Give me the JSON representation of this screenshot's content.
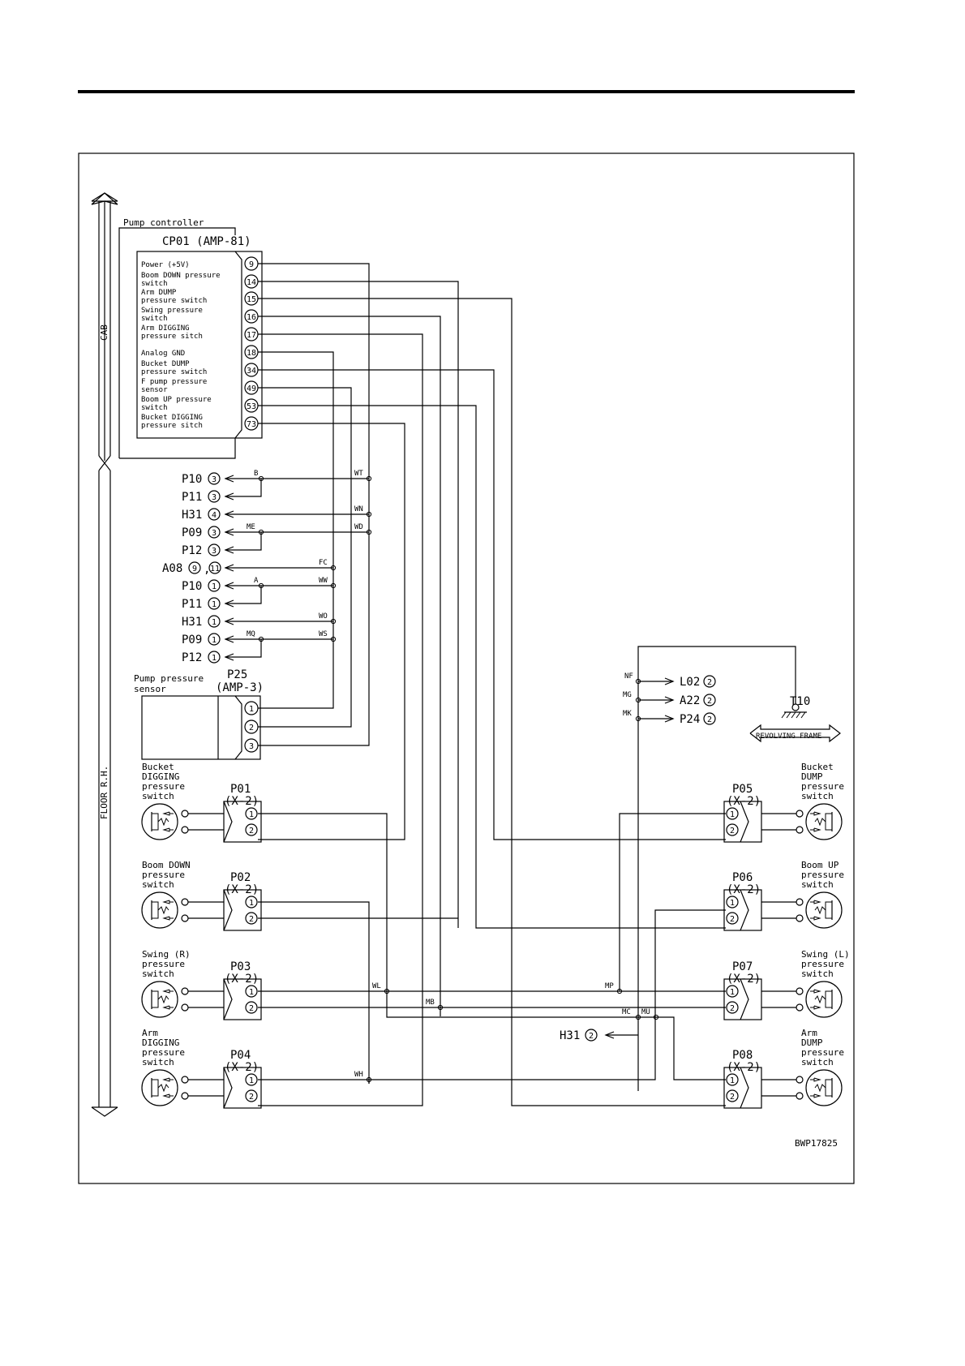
{
  "zones": {
    "cab": "CAB",
    "floor": "FLOOR R.H."
  },
  "controller": {
    "title": "Pump controller",
    "connector": "CP01 (AMP-81)",
    "pins": [
      {
        "pin": "9",
        "label": [
          "Power (+5V)"
        ]
      },
      {
        "pin": "14",
        "label": [
          "Boom DOWN pressure",
          "switch"
        ]
      },
      {
        "pin": "15",
        "label": [
          "Arm DUMP",
          "pressure switch"
        ]
      },
      {
        "pin": "16",
        "label": [
          "Swing pressure",
          "switch"
        ]
      },
      {
        "pin": "17",
        "label": [
          "Arm DIGGING",
          "pressure sitch"
        ]
      },
      {
        "pin": "18",
        "label": [
          "Analog GND"
        ]
      },
      {
        "pin": "34",
        "label": [
          "Bucket DUMP",
          "pressure switch"
        ]
      },
      {
        "pin": "49",
        "label": [
          "F pump pressure",
          "sensor"
        ]
      },
      {
        "pin": "53",
        "label": [
          "Boom UP pressure",
          "switch"
        ]
      },
      {
        "pin": "73",
        "label": [
          "Bucket DIGGING",
          "pressure sitch"
        ]
      }
    ]
  },
  "outputs": [
    {
      "name": "P10",
      "pin": "3"
    },
    {
      "name": "P11",
      "pin": "3"
    },
    {
      "name": "H31",
      "pin": "4"
    },
    {
      "name": "P09",
      "pin": "3"
    },
    {
      "name": "P12",
      "pin": "3"
    },
    {
      "name": "A08",
      "pin": "9",
      "pin2": "11"
    },
    {
      "name": "P10",
      "pin": "1"
    },
    {
      "name": "P11",
      "pin": "1"
    },
    {
      "name": "H31",
      "pin": "1"
    },
    {
      "name": "P09",
      "pin": "1"
    },
    {
      "name": "P12",
      "pin": "1"
    }
  ],
  "wire_codes": {
    "b": "B",
    "wt": "WT",
    "wn": "WN",
    "me": "ME",
    "wd": "WD",
    "fc": "FC",
    "a": "A",
    "ww": "WW",
    "wo": "WO",
    "mq": "MQ",
    "ws": "WS",
    "nf": "NF",
    "mg": "MG",
    "mk": "MK",
    "wl": "WL",
    "mb": "MB",
    "mp": "MP",
    "mc": "MC",
    "mu": "MU",
    "wh": "WH"
  },
  "sensor": {
    "label": [
      "Pump pressure",
      "sensor"
    ],
    "connector": "P25",
    "type": "(AMP-3)",
    "pins": [
      "1",
      "2",
      "3"
    ]
  },
  "ground": {
    "right_outputs": [
      {
        "name": "L02",
        "pin": "2"
      },
      {
        "name": "A22",
        "pin": "2"
      },
      {
        "name": "P24",
        "pin": "2"
      }
    ],
    "terminal": "T10",
    "frame": "REVOLVING FRAME",
    "h31_bottom": {
      "name": "H31",
      "pin": "2"
    }
  },
  "left_switches": [
    {
      "label": [
        "Bucket",
        "DIGGING",
        "pressure",
        "switch"
      ],
      "connector": "P01",
      "type": "(X-2)"
    },
    {
      "label": [
        "Boom DOWN",
        "pressure",
        "switch"
      ],
      "connector": "P02",
      "type": "(X-2)"
    },
    {
      "label": [
        "Swing (R)",
        "pressure",
        "switch"
      ],
      "connector": "P03",
      "type": "(X-2)"
    },
    {
      "label": [
        "Arm",
        "DIGGING",
        "pressure",
        "switch"
      ],
      "connector": "P04",
      "type": "(X-2)"
    }
  ],
  "right_switches": [
    {
      "label": [
        "Bucket",
        "DUMP",
        "pressure",
        "switch"
      ],
      "connector": "P05",
      "type": "(X-2)"
    },
    {
      "label": [
        "Boom UP",
        "pressure",
        "switch"
      ],
      "connector": "P06",
      "type": "(X-2)"
    },
    {
      "label": [
        "Swing (L)",
        "pressure",
        "switch"
      ],
      "connector": "P07",
      "type": "(X-2)"
    },
    {
      "label": [
        "Arm",
        "DUMP",
        "pressure",
        "switch"
      ],
      "connector": "P08",
      "type": "(X-2)"
    }
  ],
  "connector_pins": [
    "1",
    "2"
  ],
  "figure_code": "BWP17825"
}
